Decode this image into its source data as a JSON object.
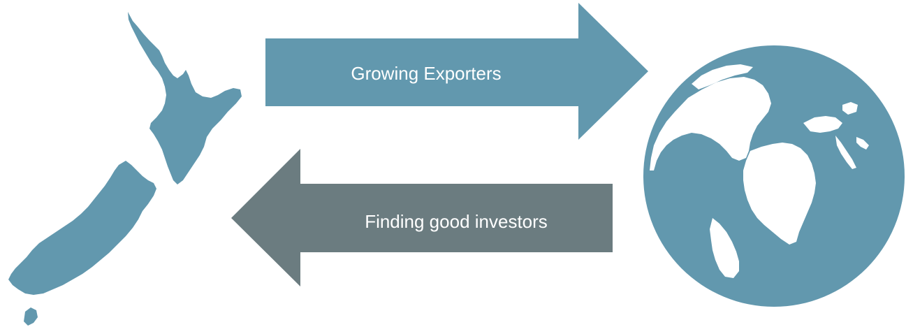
{
  "colors": {
    "teal": "#6298AE",
    "slate": "#6B7C80",
    "background": "#FFFFFF",
    "label_text": "#FFFFFF"
  },
  "icons": {
    "left": "new-zealand-map-icon",
    "right": "globe-icon"
  },
  "arrows": {
    "export": {
      "label": "Growing Exporters",
      "direction": "right"
    },
    "invest": {
      "label": "Finding good investors",
      "direction": "left"
    }
  }
}
